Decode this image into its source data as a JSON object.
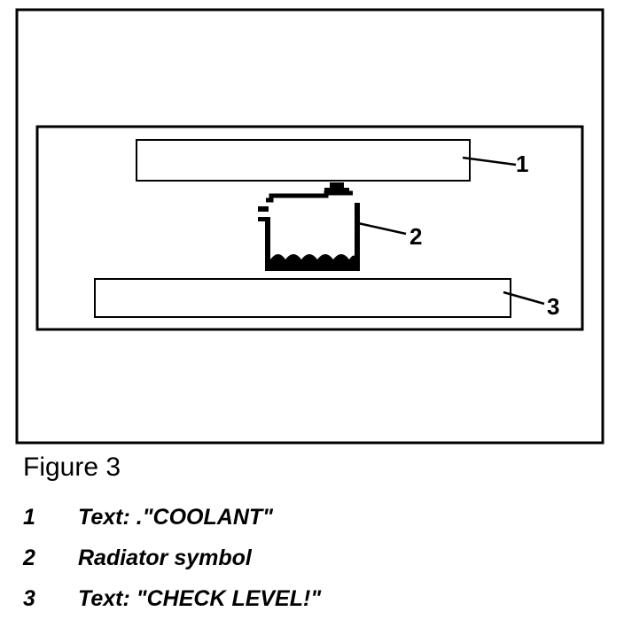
{
  "figure": {
    "title": "Figure 3",
    "callouts": [
      "1",
      "2",
      "3"
    ],
    "legend": [
      {
        "number": "1",
        "text": "Text: .\"COOLANT\""
      },
      {
        "number": "2",
        "text": "Radiator symbol"
      },
      {
        "number": "3",
        "text": "Text: \"CHECK LEVEL!\""
      }
    ]
  },
  "icons": {
    "radiator": "radiator-icon"
  },
  "colors": {
    "ink": "#000000",
    "paper": "#ffffff"
  }
}
